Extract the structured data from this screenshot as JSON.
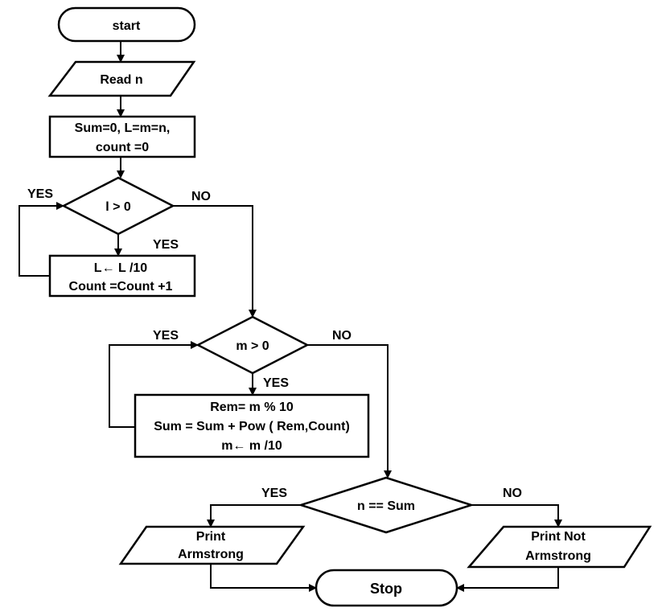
{
  "nodes": {
    "start": "start",
    "read": "Read n",
    "init_line1": "Sum=0, L=m=n,",
    "init_line2": "count =0",
    "cond_l": "l > 0",
    "loop_l_line1": "L← L /10",
    "loop_l_line2": "Count =Count +1",
    "cond_m": "m > 0",
    "loop_m_line1": "Rem= m % 10",
    "loop_m_line2": "Sum = Sum  + Pow ( Rem,Count)",
    "loop_m_line3": "m← m /10",
    "cond_eq": "n == Sum",
    "print_yes_line1": "Print",
    "print_yes_line2": "Armstrong",
    "print_no_line1": "Print Not",
    "print_no_line2": "Armstrong",
    "stop": "Stop"
  },
  "edge_labels": {
    "l_loop_yes": "YES",
    "l_body_yes": "YES",
    "l_no": "NO",
    "m_loop_yes": "YES",
    "m_body_yes": "YES",
    "m_no": "NO",
    "eq_yes": "YES",
    "eq_no": "NO"
  }
}
